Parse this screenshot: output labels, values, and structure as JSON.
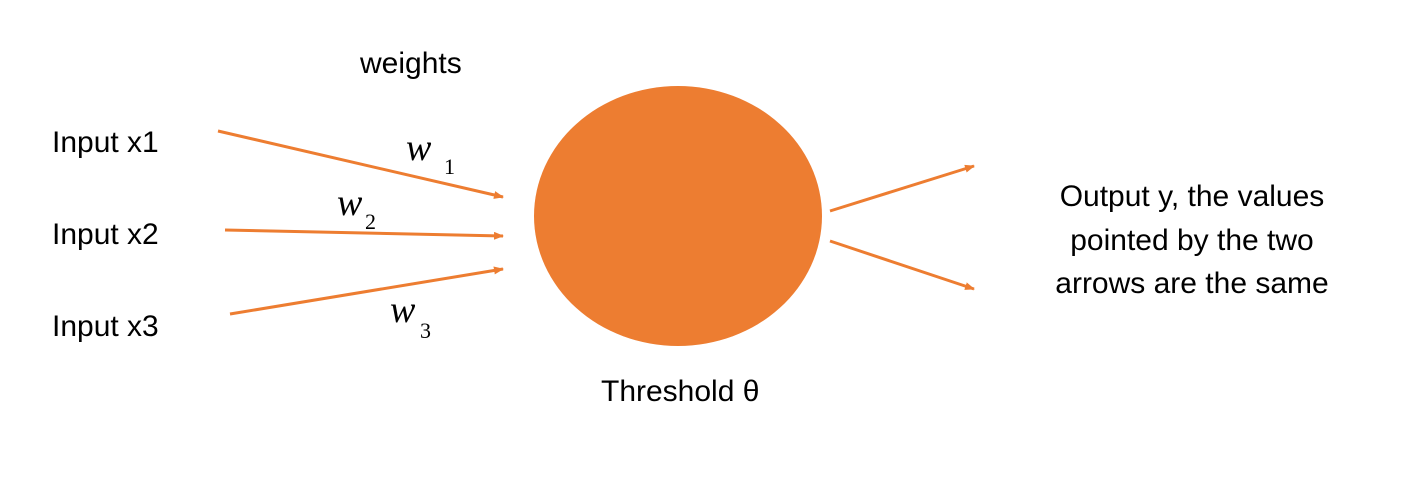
{
  "diagram": {
    "weights_heading": "weights",
    "inputs": [
      {
        "label": "Input x1",
        "weight_symbol": "w",
        "weight_index": "1"
      },
      {
        "label": "Input x2",
        "weight_symbol": "w",
        "weight_index": "2"
      },
      {
        "label": "Input x3",
        "weight_symbol": "w",
        "weight_index": "3"
      }
    ],
    "threshold_label": "Threshold θ",
    "output_lines": [
      "Output y, the values",
      "pointed by the two",
      "arrows are the same"
    ],
    "colors": {
      "neuron": "#ED7D31",
      "arrows": "#ED7D31",
      "text": "#000000"
    }
  }
}
